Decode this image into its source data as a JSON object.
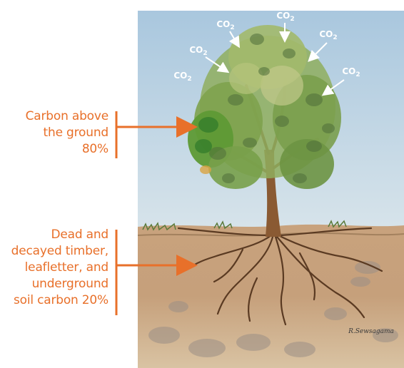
{
  "labels": {
    "above": [
      "Carbon above",
      "the ground",
      "80%"
    ],
    "below": [
      "Dead and",
      "decayed timber,",
      "leafletter, and",
      "underground",
      "soil carbon 20%"
    ]
  },
  "co2_markers": [
    "CO2",
    "CO2",
    "CO2",
    "CO2",
    "CO2",
    "CO2"
  ],
  "signature": "R.Sewsagama",
  "colors": {
    "accent": "#e8702a",
    "sky": "#b9d3e3",
    "foliage": "#6f9a3a",
    "trunk": "#7a4a28",
    "soil": "#c9a27a"
  }
}
